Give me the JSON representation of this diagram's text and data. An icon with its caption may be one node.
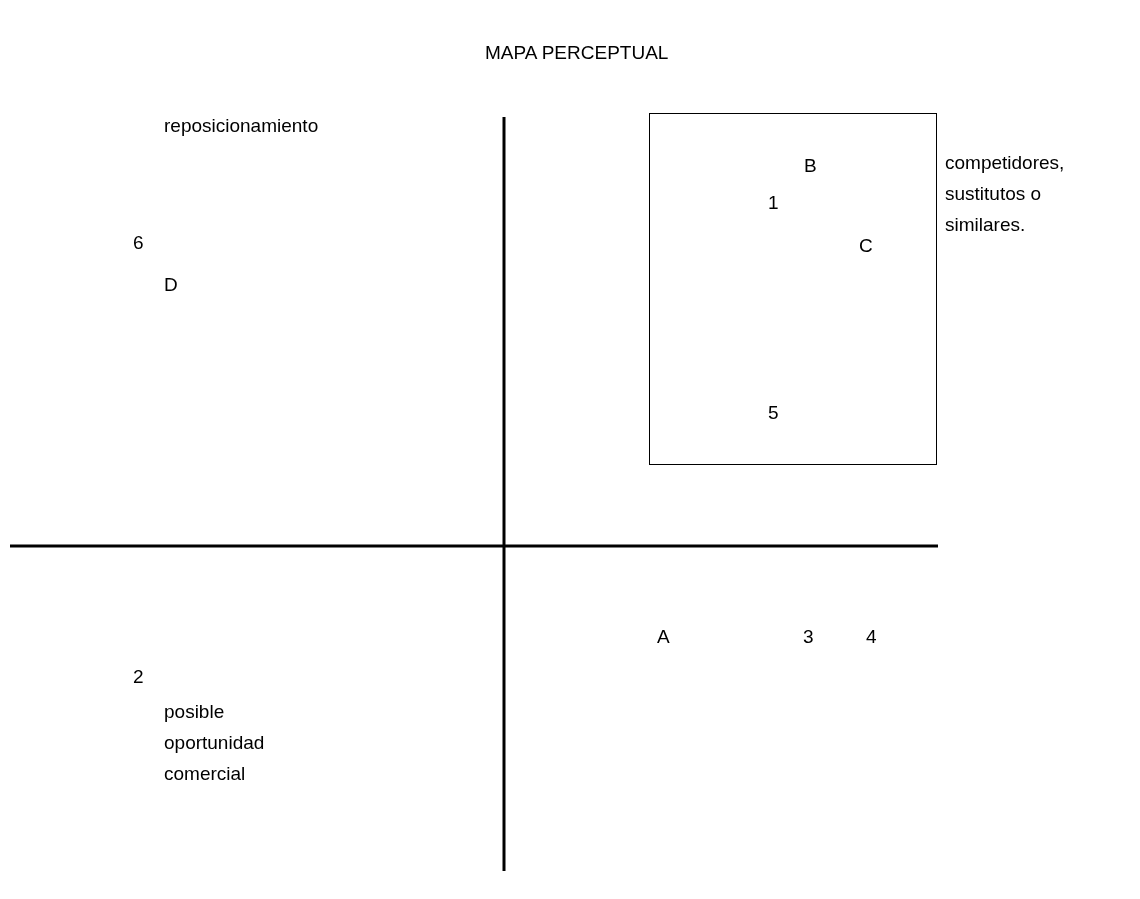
{
  "diagram": {
    "title": "MAPA PERCEPTUAL",
    "nodes": [
      {
        "text": [
          "B",
          "1",
          "C",
          "5"
        ],
        "beside": [
          "competidores, sustitutos o similares."
        ]
      }
    ],
    "labels": [
      "reposicionamiento",
      "6",
      "D",
      "A",
      "3",
      "4",
      "2",
      "posible oportunidad comercial"
    ]
  }
}
